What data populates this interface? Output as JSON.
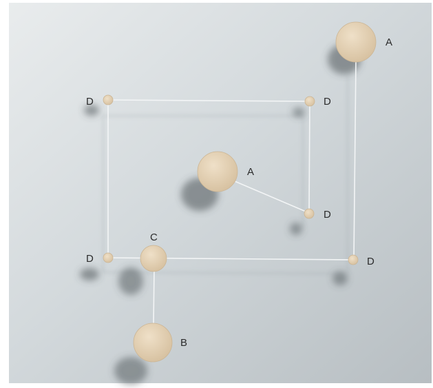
{
  "labels": {
    "a_top": "A",
    "a_center": "A",
    "b": "B",
    "c": "C",
    "d_top_left": "D",
    "d_top_right": "D",
    "d_mid_right": "D",
    "d_bottom_left": "D",
    "d_bottom_right": "D"
  },
  "colors": {
    "background_light": "#e4e8ea",
    "background_dark": "#b9c0c4",
    "disc": "#e6d3b8",
    "disc_edge": "#d2bc9c",
    "wire": "#f2f4f5",
    "shadow": "#4a5257",
    "text": "#2b2b2b"
  }
}
